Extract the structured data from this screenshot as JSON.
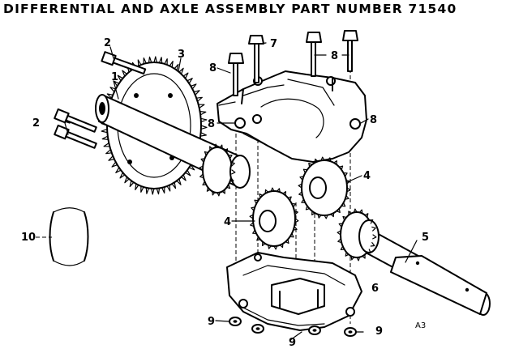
{
  "title": "DIFFERENTIAL AND AXLE ASSEMBLY PART NUMBER 71540",
  "callouts": {
    "c1": "1",
    "c2a": "2",
    "c2b": "2",
    "c3": "3",
    "c4a": "4",
    "c4b": "4",
    "c5": "5",
    "c6": "6",
    "c7": "7",
    "c8a": "8",
    "c8b": "8",
    "c8c": "8",
    "c8d": "8",
    "c9a": "9",
    "c9b": "9",
    "c9c": "9",
    "c10": "10"
  },
  "drawing_code": "A3"
}
